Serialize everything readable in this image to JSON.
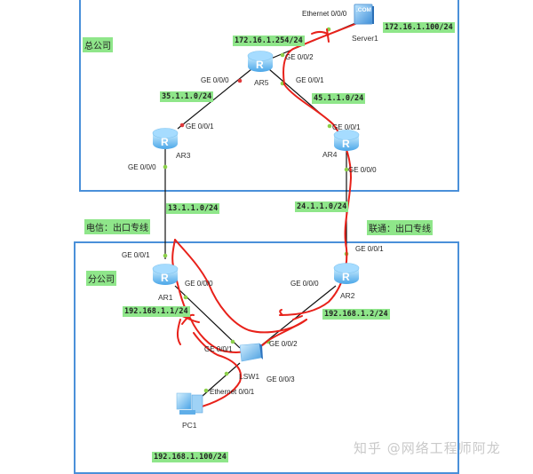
{
  "areas": {
    "hq": {
      "label": "总公司"
    },
    "branch": {
      "label": "分公司"
    }
  },
  "isp_labels": {
    "telecom": "电信：出口专线",
    "unicom": "联通：出口专线"
  },
  "devices": {
    "server1": {
      "name": "Server1",
      "icon_text": ".COM",
      "ip": "172.16.1.100/24",
      "port": "Ethernet 0/0/0"
    },
    "ar5": {
      "name": "AR5",
      "ip": "172.16.1.254/24",
      "ports": {
        "g002": "GE 0/0/2",
        "g000": "GE 0/0/0",
        "g001": "GE 0/0/1"
      }
    },
    "ar3": {
      "name": "AR3",
      "ports": {
        "g001": "GE 0/0/1",
        "g000": "GE 0/0/0"
      }
    },
    "ar4": {
      "name": "AR4",
      "ports": {
        "g001": "GE 0/0/1",
        "g000": "GE 0/0/0"
      }
    },
    "ar1": {
      "name": "AR1",
      "ip": "192.168.1.1/24",
      "ports": {
        "g001": "GE 0/0/1",
        "g000": "GE 0/0/0"
      }
    },
    "ar2": {
      "name": "AR2",
      "ip": "192.168.1.2/24",
      "ports": {
        "g001": "GE 0/0/1",
        "g000": "GE 0/0/0"
      }
    },
    "lsw1": {
      "name": "LSW1",
      "ports": {
        "g001": "GE 0/0/1",
        "g002": "GE 0/0/2",
        "g003": "GE 0/0/3"
      }
    },
    "pc1": {
      "name": "PC1",
      "ip": "192.168.1.100/24",
      "port": "Ethernet 0/0/1"
    }
  },
  "networks": {
    "ar5_ar3": "35.1.1.0/24",
    "ar5_ar4": "45.1.1.0/24",
    "ar3_ar1": "13.1.1.0/24",
    "ar4_ar2": "24.1.1.0/24"
  },
  "router_glyph": "R",
  "colors": {
    "area_border": "#4a90d9",
    "label_bg": "#8fe68a",
    "annotation": "#e8211a",
    "port_up": "#8cd04a",
    "port_down": "#e0393b"
  },
  "watermark": "知乎 @网络工程师阿龙"
}
